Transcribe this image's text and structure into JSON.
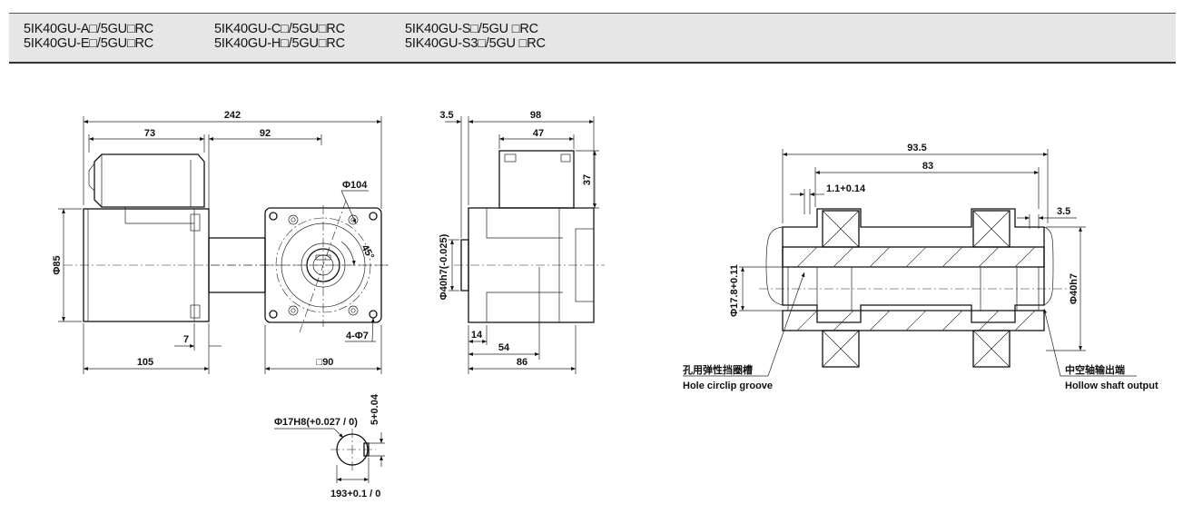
{
  "header": {
    "models": [
      [
        "5IK40GU-A□/5GU□RC",
        "5IK40GU-E□/5GU□RC"
      ],
      [
        "5IK40GU-C□/5GU□RC",
        "5IK40GU-H□/5GU□RC"
      ],
      [
        "5IK40GU-S□/5GU □RC",
        "5IK40GU-S3□/5GU □RC"
      ]
    ]
  },
  "side_view": {
    "dims": {
      "overall": "242",
      "box": "73",
      "gear": "92",
      "motor": "105",
      "flange_gap": "7",
      "dia_motor": "Φ85"
    }
  },
  "front_view": {
    "dims": {
      "pcd": "Φ104",
      "angle": "45°",
      "holes": "4-Φ7",
      "square": "□90"
    }
  },
  "end_view": {
    "dims": {
      "offset": "3.5",
      "overall": "98",
      "box_w": "47",
      "box_h": "37",
      "pilot": "Φ40h7(-0.025)",
      "p14": "14",
      "p54": "54",
      "p86": "86"
    }
  },
  "keyway": {
    "bore": "Φ17H8(+0.027 / 0)",
    "key_w": "5+0.04",
    "depth": "193+0.1 / 0"
  },
  "hollow_shaft": {
    "dims": {
      "overall": "93.5",
      "inner": "83",
      "groove": "1.1+0.14",
      "shoulder": "3.5",
      "bore": "Φ17.8+0.11",
      "pilot": "Φ40h7"
    },
    "labels": {
      "circlip_cn": "孔用弹性挡圈槽",
      "circlip_en": "Hole circlip groove",
      "output_cn": "中空轴输出端",
      "output_en": "Hollow shaft output"
    }
  }
}
